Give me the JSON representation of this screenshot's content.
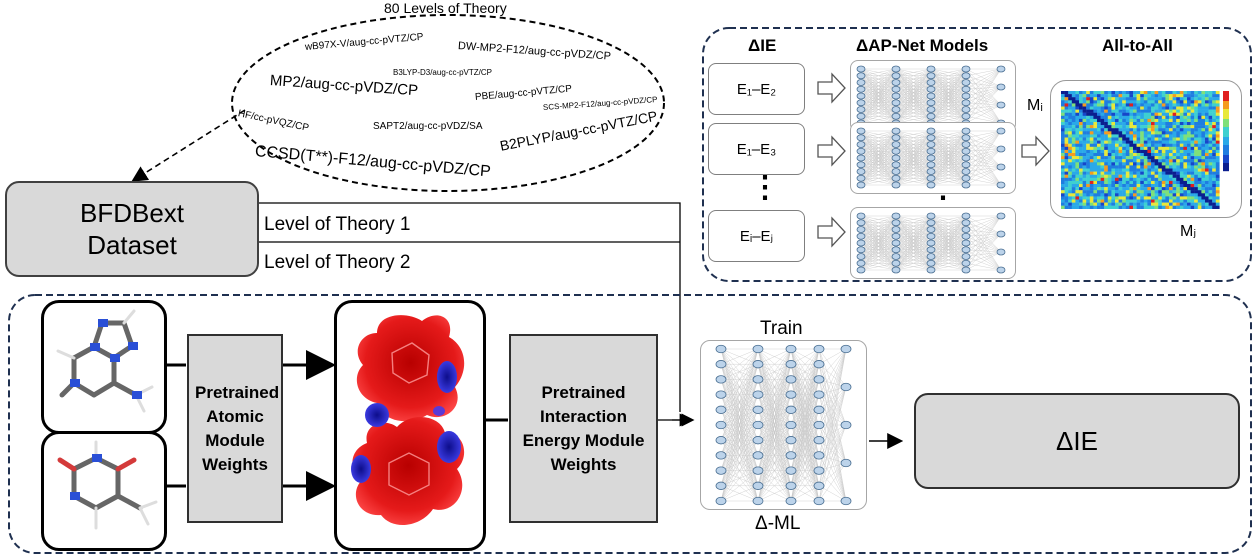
{
  "levels": {
    "title": "80 Levels of Theory",
    "methods": [
      "wB97X-V/aug-cc-pVTZ/CP",
      "DW-MP2-F12/aug-cc-pVDZ/CP",
      "MP2/aug-cc-pVDZ/CP",
      "B3LYP-D3/aug-cc-pVTZ/CP",
      "PBE/aug-cc-pVTZ/CP",
      "HF/cc-pVQZ/CP",
      "SCS-MP2-F12/aug-cc-pVDZ/CP",
      "SAPT2/aug-cc-pVDZ/SA",
      "CCSD(T**)-F12/aug-cc-pVDZ/CP",
      "B2PLYP/aug-cc-pVTZ/CP"
    ]
  },
  "dataset": {
    "label": "BFDBext Dataset",
    "line1": "Level of Theory 1",
    "line2": "Level of Theory 2"
  },
  "top_panel": {
    "col_die": "ΔIE",
    "col_models": "ΔAP-Net Models",
    "col_all": "All-to-All",
    "diffs": [
      "E₁–E₂",
      "E₁–E₃",
      "Eᵢ–Eⱼ"
    ],
    "dots": "⋮",
    "mi": "Mᵢ",
    "mj": "Mⱼ"
  },
  "bottom_panel": {
    "atomic": "Pretrained Atomic Module Weights",
    "interaction": "Pretrained Interaction Energy Module Weights",
    "train": "Train",
    "delta_ml": "Δ-ML",
    "output": "ΔIE"
  },
  "colors": {
    "gray_box": "#d9d9d9",
    "node_fill": "#bcd3ea",
    "node_stroke": "#4a6f92",
    "esp_red": "#e01010",
    "esp_blue": "#2020c0"
  }
}
